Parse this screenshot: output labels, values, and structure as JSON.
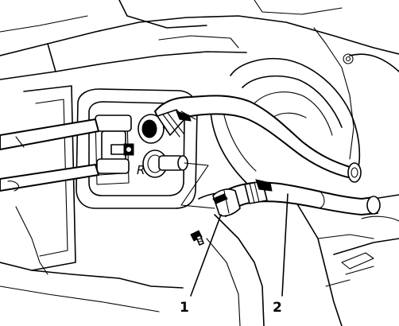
{
  "diagram": {
    "embossed_marking": "R",
    "callouts": [
      {
        "id": "1",
        "label": "1"
      },
      {
        "id": "2",
        "label": "2"
      }
    ]
  }
}
